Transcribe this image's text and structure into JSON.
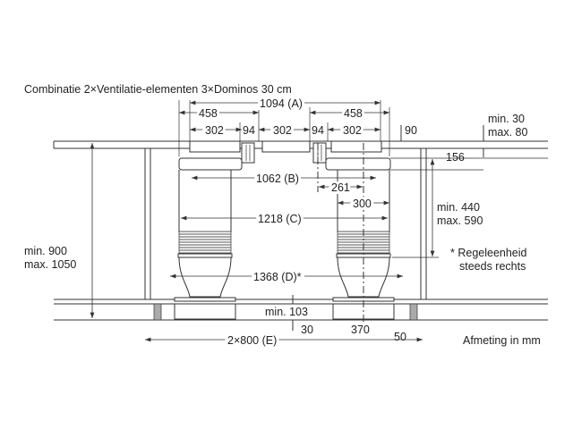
{
  "title": "Combinatie 2×Ventilatie-elementen 3×Dominos 30 cm",
  "unit_note": "Afmeting in mm",
  "dimensions": {
    "a": "1094 (A)",
    "w458_left": "458",
    "w458_right": "458",
    "w302_1": "302",
    "w302_2": "302",
    "w302_3": "302",
    "w94_1": "94",
    "w94_2": "94",
    "h90": "90",
    "b": "1062 (B)",
    "w261": "261",
    "w300": "300",
    "c": "1218 (C)",
    "d": "1368 (D)*",
    "min103": "min. 103",
    "w30": "30",
    "w370": "370",
    "w50": "50",
    "e": "2×800 (E)",
    "h156": "156"
  },
  "notes": {
    "worktop_min": "min. 30",
    "worktop_max": "max. 80",
    "height_min": "min. 900",
    "height_max": "max. 1050",
    "depth_min": "min. 440",
    "depth_max": "max. 590",
    "control_1": "* Regeleenheid",
    "control_2": "steeds rechts"
  }
}
